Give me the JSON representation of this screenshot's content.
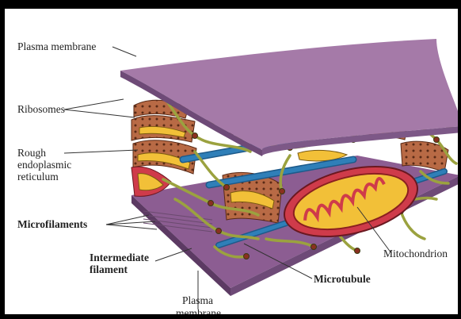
{
  "labels": {
    "plasma_membrane_top": "Plasma membrane",
    "ribosomes": "Ribosomes",
    "rough_er_line1": "Rough",
    "rough_er_line2": "endoplasmic",
    "rough_er_line3": "reticulum",
    "microfilaments": "Microfilaments",
    "intermediate_line1": "Intermediate",
    "intermediate_line2": "filament",
    "microtubule": "Microtubule",
    "mitochondrion": "Mitochondrion",
    "plasma_membrane_bottom_line1": "Plasma",
    "plasma_membrane_bottom_line2": "membrane"
  },
  "colors": {
    "membrane": "#a57aa8",
    "membrane_dark": "#6e4a77",
    "er": "#b86a45",
    "er_lumen": "#f2c038",
    "filament": "#9ba23f",
    "microtubule": "#2f7fb8",
    "mitochondrion": "#cf3b4a"
  }
}
